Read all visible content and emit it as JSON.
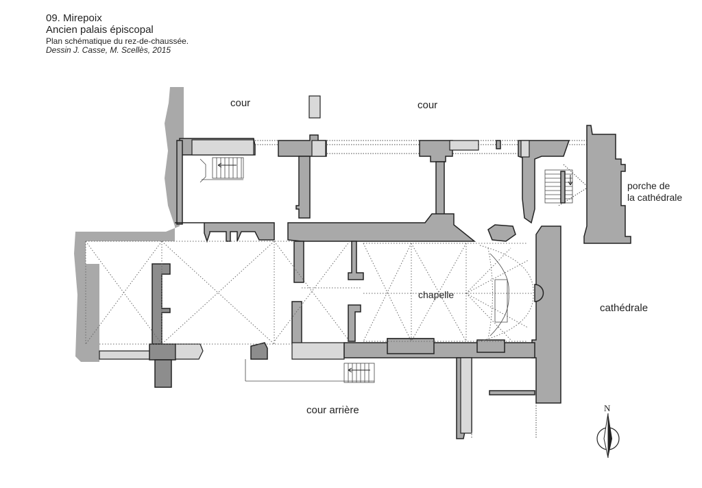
{
  "header": {
    "number_title": "09. Mirepoix",
    "building": "Ancien palais épiscopal",
    "subtitle": "Plan schématique du rez-de-chaussée.",
    "credit": "Dessin J.  Casse, M. Scellès, 2015"
  },
  "plan_labels": {
    "cour_left": "cour",
    "cour_right": "cour",
    "porche_line1": "porche de",
    "porche_line2": "la cathédrale",
    "chapelle": "chapelle",
    "cathedrale": "cathédrale",
    "cour_arriere": "cour arrière"
  },
  "north_arrow": {
    "label": "N",
    "icon": "north-arrow-icon"
  },
  "colors": {
    "wall": "#a9a9a9",
    "wall_dark": "#8d8d8d",
    "wall_light": "#d9d9d9"
  }
}
